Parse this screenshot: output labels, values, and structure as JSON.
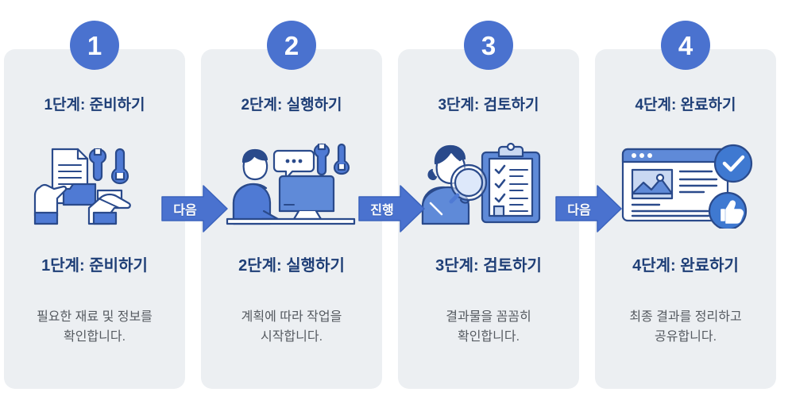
{
  "colors": {
    "badge_blue": "#4a72cf",
    "title_navy": "#1f3f77",
    "card_gray": "#eceff2",
    "body_gray": "#555a60",
    "arrow_blue": "#4a72cf",
    "illustration_blue": "#4f7ad4",
    "illustration_dark": "#2a4a8b"
  },
  "steps": [
    {
      "number": "1",
      "title_top": "1단계: 준비하기",
      "title_bottom": "1단계: 준비하기",
      "description_line1": "필요한 재료 및 정보를",
      "description_line2": "확인합니다.",
      "icon_name": "document-hands-tools-icon"
    },
    {
      "number": "2",
      "title_top": "2단계: 실행하기",
      "title_bottom": "2단계: 실행하기",
      "description_line1": "계획에 따라 작업을",
      "description_line2": "시작합니다.",
      "icon_name": "person-computer-icon"
    },
    {
      "number": "3",
      "title_top": "3단계: 검토하기",
      "title_bottom": "3단계: 검토하기",
      "description_line1": "결과물을 꼼꼼히",
      "description_line2": "확인합니다.",
      "icon_name": "magnifier-checklist-icon"
    },
    {
      "number": "4",
      "title_top": "4단계: 완료하기",
      "title_bottom": "4단계: 완료하기",
      "description_line1": "최종 결과를 정리하고",
      "description_line2": "공유합니다.",
      "icon_name": "browser-approved-icon"
    }
  ],
  "arrows": [
    {
      "label": "다음",
      "icon_name": "arrow-right-icon"
    },
    {
      "label": "진행",
      "icon_name": "arrow-right-icon"
    },
    {
      "label": "다음",
      "icon_name": "arrow-right-icon"
    }
  ]
}
